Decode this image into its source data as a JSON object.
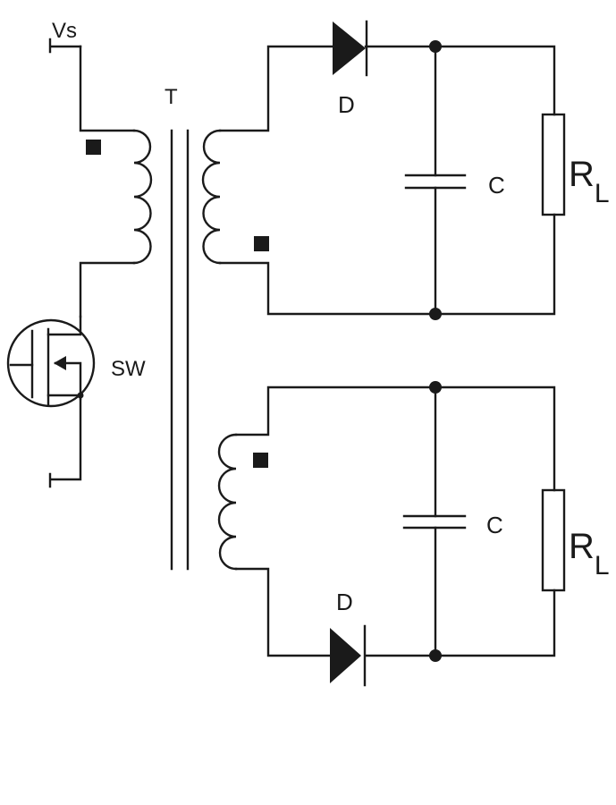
{
  "labels": {
    "vs": "Vs",
    "transformer": "T",
    "switch": "SW",
    "diode_top": "D",
    "capacitor_top": "C",
    "load_top_main": "R",
    "load_top_sub": "L",
    "diode_bottom": "D",
    "capacitor_bottom": "C",
    "load_bottom_main": "R",
    "load_bottom_sub": "L"
  },
  "colors": {
    "ink": "#1a1a1a",
    "background": "#ffffff"
  }
}
